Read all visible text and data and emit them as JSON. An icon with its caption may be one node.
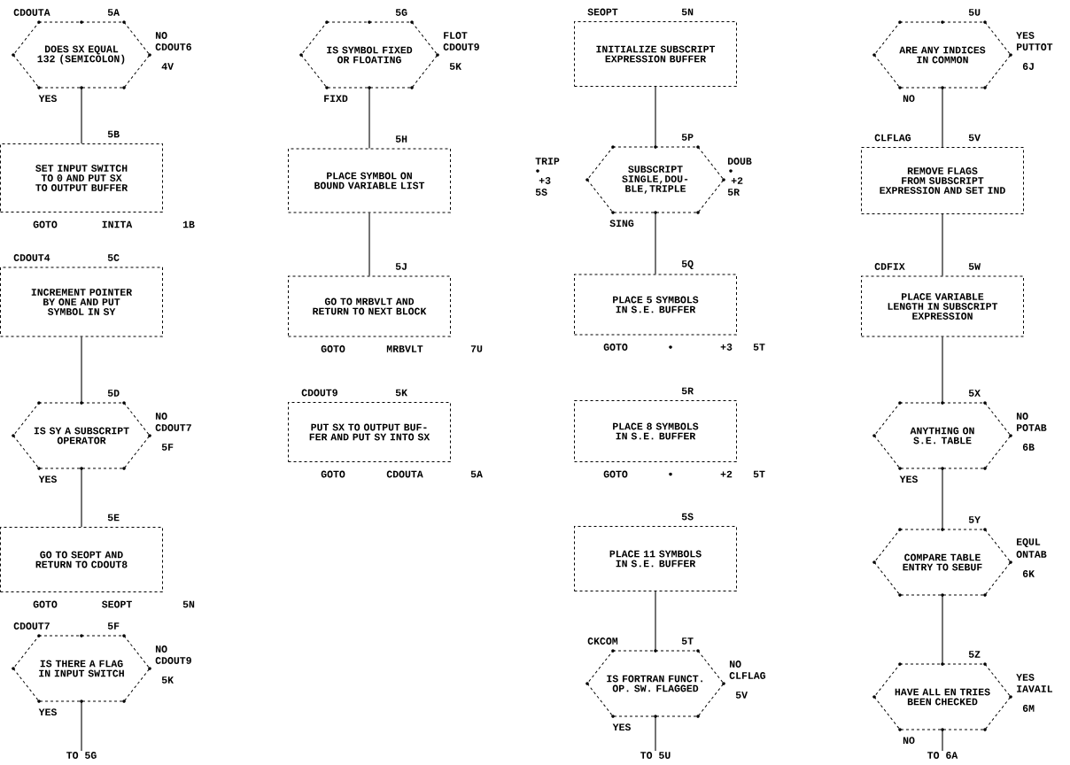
{
  "diagram": {
    "nodes": [
      {
        "text": [
          "DOES SX EQUAL 132 (SEMICOLON)"
        ],
        "beside": [
          "CDOUTA",
          "5A",
          "NO",
          "CDOUT6",
          "4V"
        ]
      },
      {
        "text": [
          "SET INPUT SWITCH TO 0 AND PUT SX TO OUTPUT BUFFER"
        ],
        "beside": [
          "5B",
          "GOTO",
          "INITA",
          "1B"
        ]
      },
      {
        "text": [
          "INCREMENT POINTER BY ONE AND PUT SYMBOL IN SY"
        ],
        "beside": [
          "CDOUT4",
          "5C"
        ]
      },
      {
        "text": [
          "IS SY A SUBSCRIPT OPERATOR"
        ],
        "beside": [
          "5D",
          "NO",
          "CDOUT7",
          "5F"
        ]
      },
      {
        "text": [
          "GO TO SEOPT AND RETURN TO CDOUT8"
        ],
        "beside": [
          "5E",
          "GOTO",
          "SEOPT",
          "5N"
        ]
      },
      {
        "text": [
          "IS THERE A FLAG IN INPUT SWITCH"
        ],
        "beside": [
          "CDOUT7",
          "5F",
          "NO",
          "CDOUT9",
          "5K"
        ]
      },
      {
        "text": [
          "TO 5G"
        ]
      },
      {
        "text": [
          "IS SYMBOL FIXED OR FLOATING"
        ],
        "beside": [
          "5G",
          "FLOT",
          "CDOUT9",
          "5K"
        ]
      },
      {
        "text": [
          "PLACE SYMBOL ON BOUND VARIABLE LIST"
        ],
        "beside": [
          "5H"
        ]
      },
      {
        "text": [
          "GO TO MRBVLT AND RETURN TO NEXT BLOCK"
        ],
        "beside": [
          "5J",
          "GOTO",
          "MRBVLT",
          "7U"
        ]
      },
      {
        "text": [
          "PUT SX TO OUTPUT BUF- FER AND PUT SY INTO SX"
        ],
        "beside": [
          "CDOUT9",
          "5K",
          "GOTO",
          "CDOUTA",
          "5A"
        ]
      },
      {
        "text": [
          "INITIALIZE SUBSCRIPT EXPRESSION BUFFER"
        ],
        "beside": [
          "SEOPT",
          "5N"
        ]
      },
      {
        "text": [
          "SUBSCRIPT SINGLE,DOU- BLE,TRIPLE"
        ],
        "beside": [
          "5P",
          "TRIP",
          "+3",
          "5S",
          "DOUB",
          "+2",
          "5R"
        ]
      },
      {
        "text": [
          "PLACE 5 SYMBOLS IN S.E. BUFFER"
        ],
        "beside": [
          "5Q",
          "GOTO",
          "+3",
          "5T"
        ]
      },
      {
        "text": [
          "PLACE 8 SYMBOLS IN S.E. BUFFER"
        ],
        "beside": [
          "5R",
          "GOTO",
          "+2",
          "5T"
        ]
      },
      {
        "text": [
          "PLACE 11 SYMBOLS IN S.E. BUFFER"
        ],
        "beside": [
          "5S"
        ]
      },
      {
        "text": [
          "IS FORTRAN FUNCT. OP. SW. FLAGGED"
        ],
        "beside": [
          "CKCOM",
          "5T",
          "NO",
          "CLFLAG",
          "5V"
        ]
      },
      {
        "text": [
          "TO 5U"
        ]
      },
      {
        "text": [
          "ARE ANY INDICES IN COMMON"
        ],
        "beside": [
          "5U",
          "YES",
          "PUTTOT",
          "6J"
        ]
      },
      {
        "text": [
          "REMOVE FLAGS FROM SUBSCRIPT EXPRESSION AND SET IND"
        ],
        "beside": [
          "CLFLAG",
          "5V"
        ]
      },
      {
        "text": [
          "PLACE VARIABLE LENGTH IN SUBSCRIPT EXPRESSION"
        ],
        "beside": [
          "CDFIX",
          "5W"
        ]
      },
      {
        "text": [
          "ANYTHING ON S.E. TABLE"
        ],
        "beside": [
          "5X",
          "NO",
          "POTAB",
          "6B"
        ]
      },
      {
        "text": [
          "COMPARE TABLE ENTRY TO SEBUF"
        ],
        "beside": [
          "5Y",
          "EQUL",
          "ONTAB",
          "6K"
        ]
      },
      {
        "text": [
          "HAVE ALL EN TRIES BEEN CHECKED"
        ],
        "beside": [
          "5Z",
          "YES",
          "IAVAIL",
          "6M"
        ]
      },
      {
        "text": [
          "TO 6A"
        ]
      }
    ],
    "edges": [
      {
        "from": 0,
        "to": 1,
        "arrow": "none",
        "label": "YES"
      },
      {
        "from": 2,
        "to": 3,
        "arrow": "none"
      },
      {
        "from": 3,
        "to": 4,
        "arrow": "none",
        "label": "YES"
      },
      {
        "from": 5,
        "to": 6,
        "arrow": "none",
        "label": "YES"
      },
      {
        "from": 7,
        "to": 8,
        "arrow": "none",
        "label": "FIXD"
      },
      {
        "from": 8,
        "to": 9,
        "arrow": "none"
      },
      {
        "from": 11,
        "to": 12,
        "arrow": "none"
      },
      {
        "from": 12,
        "to": 13,
        "arrow": "none",
        "label": "SING"
      },
      {
        "from": 15,
        "to": 16,
        "arrow": "none"
      },
      {
        "from": 16,
        "to": 17,
        "arrow": "none",
        "label": "YES"
      },
      {
        "from": 18,
        "to": 19,
        "arrow": "none",
        "label": "NO"
      },
      {
        "from": 19,
        "to": 20,
        "arrow": "none"
      },
      {
        "from": 20,
        "to": 21,
        "arrow": "none"
      },
      {
        "from": 21,
        "to": 22,
        "arrow": "none",
        "label": "YES"
      },
      {
        "from": 22,
        "to": 23,
        "arrow": "none"
      },
      {
        "from": 23,
        "to": 24,
        "arrow": "none",
        "label": "NO"
      }
    ]
  }
}
